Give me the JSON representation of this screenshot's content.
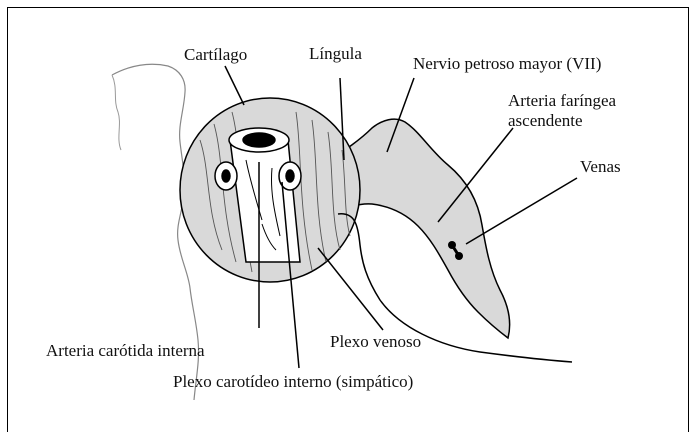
{
  "labels": {
    "cartilago": "Cartílago",
    "lingula": "Língula",
    "nervio": "Nervio petroso mayor (VII)",
    "arteria_faringea_1": "Arteria faríngea",
    "arteria_faringea_2": "ascendente",
    "venas": "Venas",
    "arteria_carotida": "Arteria carótida interna",
    "plexo_venoso": "Plexo venoso",
    "plexo_carotideo": "Plexo carotídeo interno (simpático)"
  },
  "colors": {
    "fill": "#d9d9d9",
    "stroke": "#000000"
  }
}
